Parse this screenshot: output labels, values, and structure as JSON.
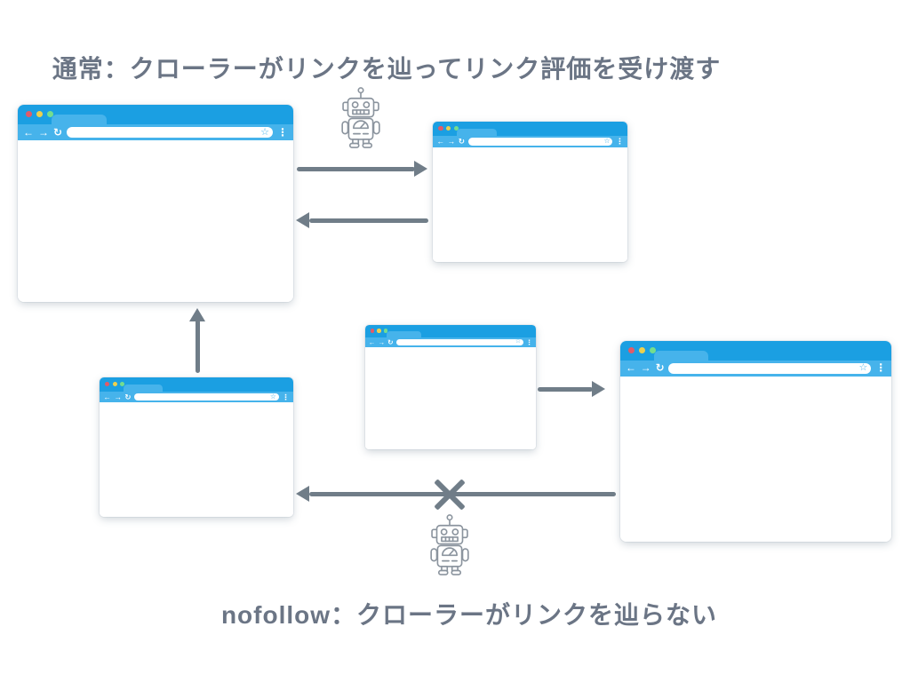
{
  "captions": {
    "top": "通常：クローラーがリンクを辿ってリンク評価を受け渡す",
    "bottom": "nofollow：クローラーがリンクを辿らない"
  },
  "icons": {
    "back": "←",
    "forward": "→",
    "refresh": "↻",
    "bookmark": "☆",
    "menu": "⋮",
    "cross": "×",
    "robot": "crawler-robot"
  },
  "colors": {
    "browser_titlebar_blue": "#1b9fe2",
    "browser_navbar_blue": "#46b3eb",
    "dot_red": "#e15b68",
    "dot_yellow": "#ecd04e",
    "dot_green": "#74dd8e",
    "arrow_gray": "#707d88",
    "caption_gray": "#6b7585",
    "robot_outline_gray": "#8b949e",
    "background": "#ffffff"
  }
}
